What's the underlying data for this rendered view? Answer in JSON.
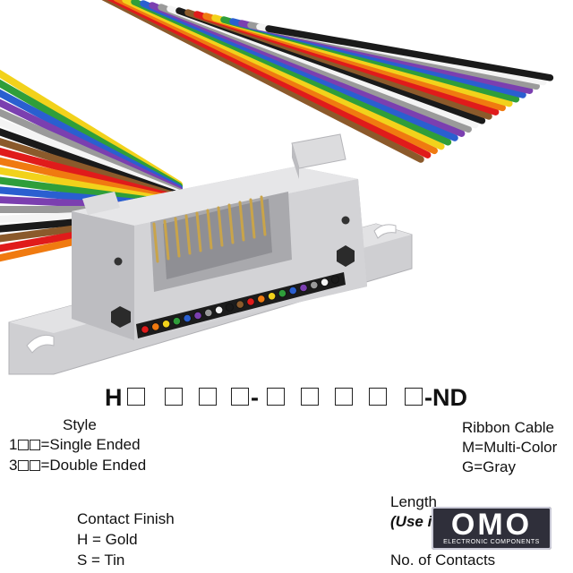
{
  "part_number": {
    "prefix": "H",
    "dash": "-",
    "suffix": "-ND"
  },
  "style": {
    "title": "Style",
    "single_prefix": "1",
    "single_text": "=Single Ended",
    "double_prefix": "3",
    "double_text": "=Double Ended"
  },
  "contact_finish": {
    "title": "Contact Finish",
    "gold": "H = Gold",
    "tin": "S = Tin"
  },
  "contacts": {
    "title": "No. of Contacts"
  },
  "length": {
    "title": "Length",
    "note": "(Use inches only)"
  },
  "ribbon_cable": {
    "title": "Ribbon Cable",
    "multi": "M=Multi-Color",
    "gray": "G=Gray"
  },
  "logo": {
    "name": "OMO",
    "tagline": "ELECTRONIC COMPONENTS"
  },
  "colors": {
    "housing": "#d4d4d6",
    "cable_palette": [
      "#8b5a2b",
      "#e01b1b",
      "#f07a10",
      "#f2d21b",
      "#2f9e3a",
      "#2a5fd0",
      "#7b3fb0",
      "#9a9a9a",
      "#f4f4f4",
      "#1a1a1a"
    ]
  }
}
